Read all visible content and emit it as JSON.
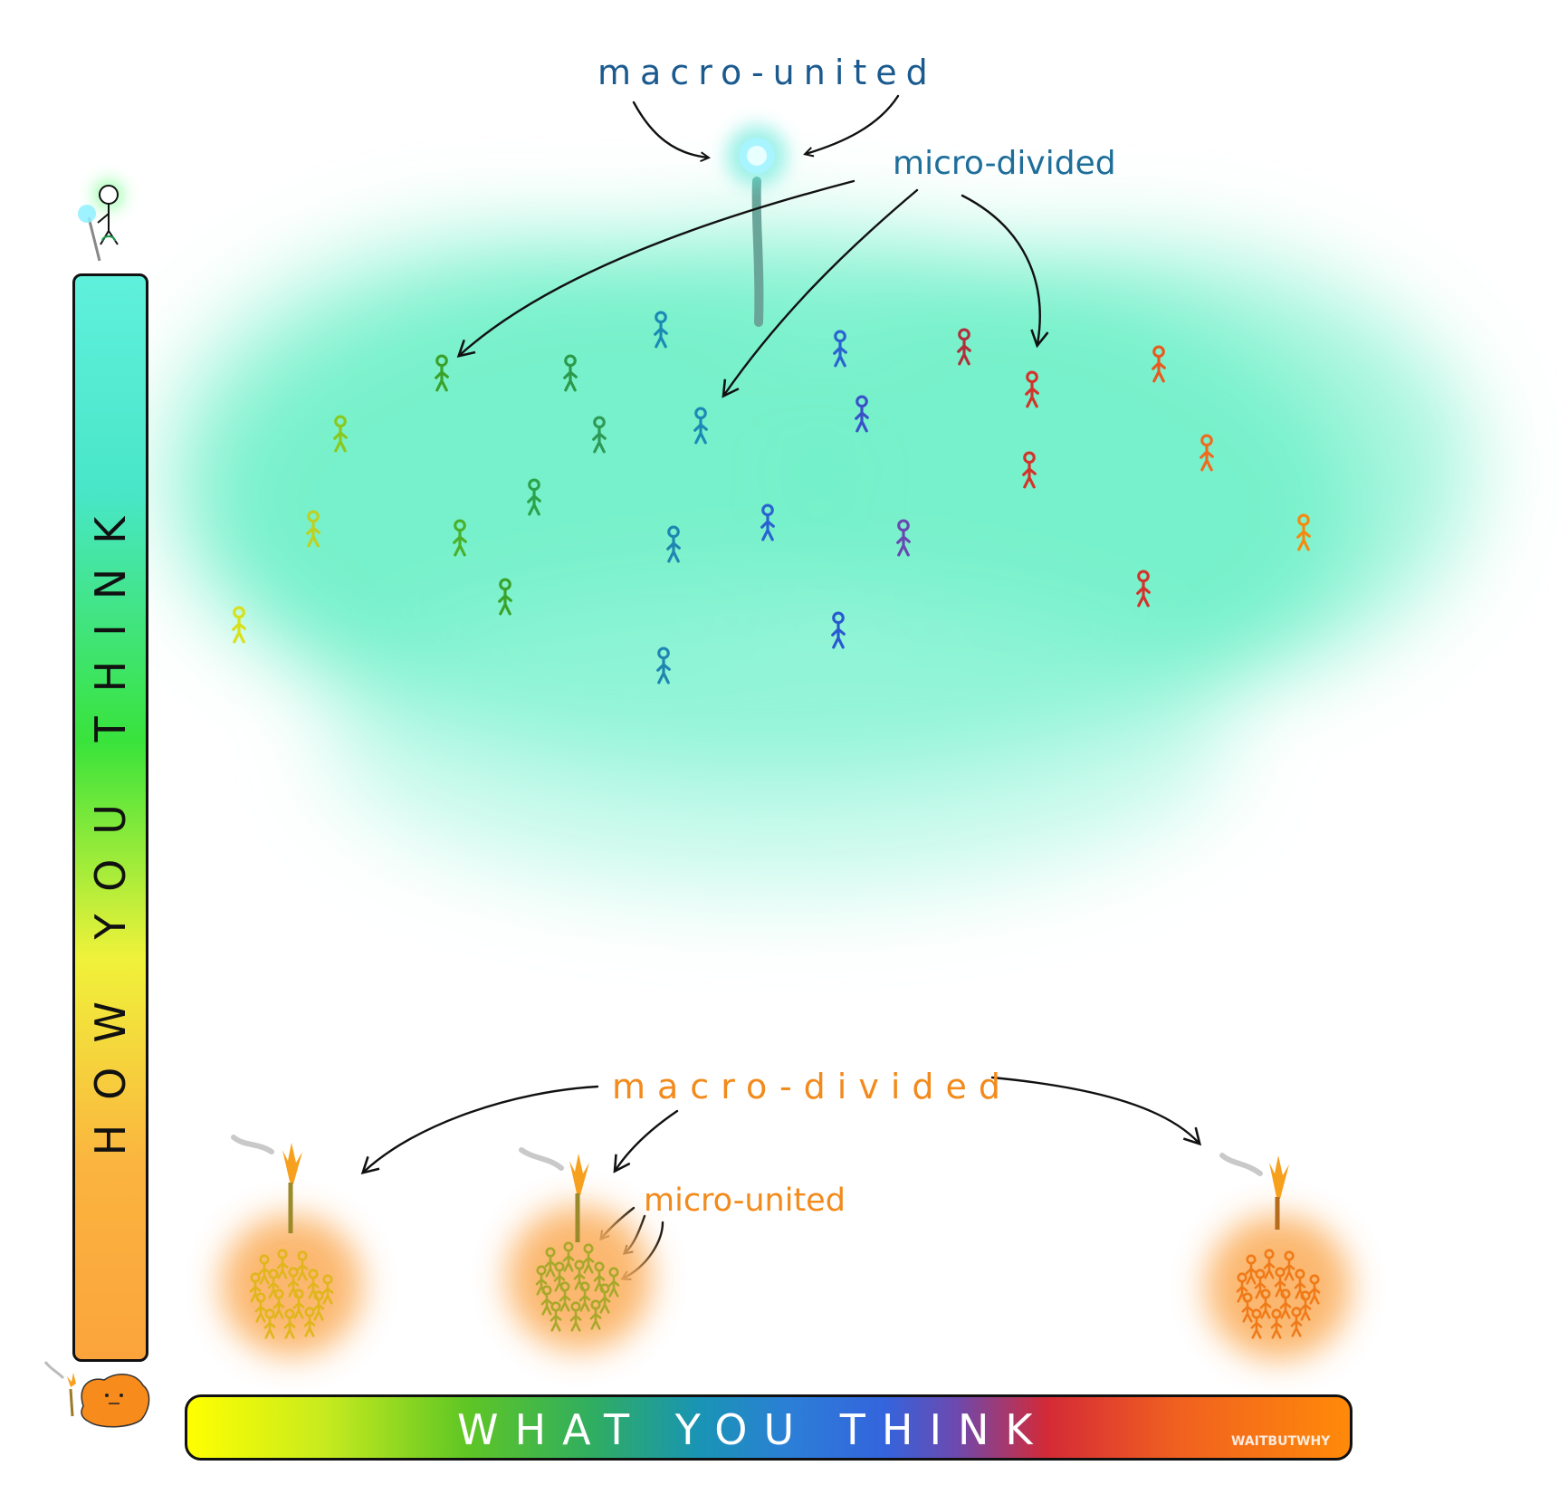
{
  "labels": {
    "macro_united": "macro-united",
    "micro_divided": "micro-divided",
    "macro_divided": "macro-divided",
    "micro_united": "micro-united"
  },
  "axes": {
    "vertical": "HOW YOU THINK",
    "horizontal": "WHAT YOU THINK"
  },
  "watermark": "WAITBUTWHY",
  "colors": {
    "upper_cloud": "#6ff0c8",
    "macro_united_text": "#1a5a8e",
    "micro_divided_text": "#1e6e9a",
    "macro_divided_text": "#f28a1c",
    "micro_united_text": "#f28a1c",
    "fire_glow": "#fbb060"
  }
}
